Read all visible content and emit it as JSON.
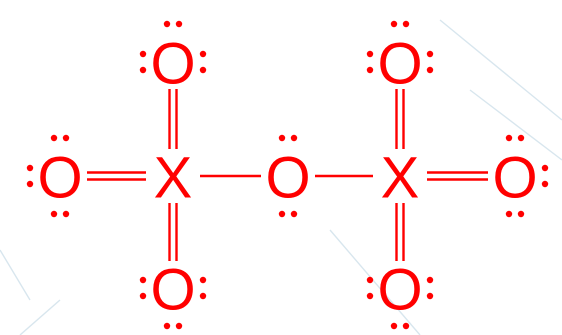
{
  "colors": {
    "atom": "#ff0000",
    "bond": "#ff0000",
    "background": "#ffffff",
    "watermark": "#d8e6ee"
  },
  "atoms": [
    {
      "id": "x1",
      "element": "X"
    },
    {
      "id": "x2",
      "element": "X"
    },
    {
      "id": "o_bridge",
      "element": "O"
    },
    {
      "id": "o_top_left",
      "element": "O"
    },
    {
      "id": "o_bottom_left",
      "element": "O"
    },
    {
      "id": "o_outer_left",
      "element": "O"
    },
    {
      "id": "o_top_right",
      "element": "O"
    },
    {
      "id": "o_bottom_right",
      "element": "O"
    },
    {
      "id": "o_outer_right",
      "element": "O"
    }
  ],
  "bonds": [
    {
      "from": "x1",
      "to": "o_top_left",
      "order": 2
    },
    {
      "from": "x1",
      "to": "o_bottom_left",
      "order": 2
    },
    {
      "from": "x1",
      "to": "o_outer_left",
      "order": 2
    },
    {
      "from": "x1",
      "to": "o_bridge",
      "order": 1
    },
    {
      "from": "o_bridge",
      "to": "x2",
      "order": 1
    },
    {
      "from": "x2",
      "to": "o_top_right",
      "order": 2
    },
    {
      "from": "x2",
      "to": "o_bottom_right",
      "order": 2
    },
    {
      "from": "x2",
      "to": "o_outer_right",
      "order": 2
    }
  ],
  "lone_pairs": [
    {
      "atom": "o_top_left",
      "sides": [
        "top",
        "left",
        "right"
      ]
    },
    {
      "atom": "o_bottom_left",
      "sides": [
        "bottom",
        "left",
        "right"
      ]
    },
    {
      "atom": "o_outer_left",
      "sides": [
        "top",
        "left",
        "bottom"
      ]
    },
    {
      "atom": "o_bridge",
      "sides": [
        "top",
        "bottom"
      ]
    },
    {
      "atom": "o_top_right",
      "sides": [
        "top",
        "left",
        "right"
      ]
    },
    {
      "atom": "o_bottom_right",
      "sides": [
        "bottom",
        "left",
        "right"
      ]
    },
    {
      "atom": "o_outer_right",
      "sides": [
        "top",
        "right",
        "bottom"
      ]
    }
  ]
}
